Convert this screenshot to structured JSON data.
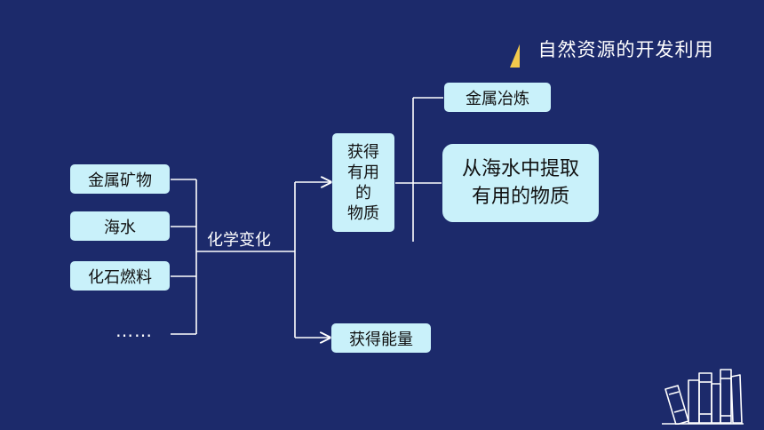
{
  "banner": {
    "title": "自然资源的开发利用"
  },
  "sources": [
    "金属矿物",
    "海水",
    "化石燃料"
  ],
  "ellipsis": "……",
  "process_label": "化学变化",
  "outcomes": {
    "substances": "获得\n有用\n的\n物质",
    "energy": "获得能量"
  },
  "methods": {
    "smelting": "金属冶炼",
    "seawater": "从海水中提取\n有用的物质"
  },
  "colors": {
    "background": "#1c2a6b",
    "box": "#c9f1fa",
    "accent": "#f2c94c",
    "line": "#ffffff"
  },
  "icons": {
    "decoration": "books-icon"
  }
}
